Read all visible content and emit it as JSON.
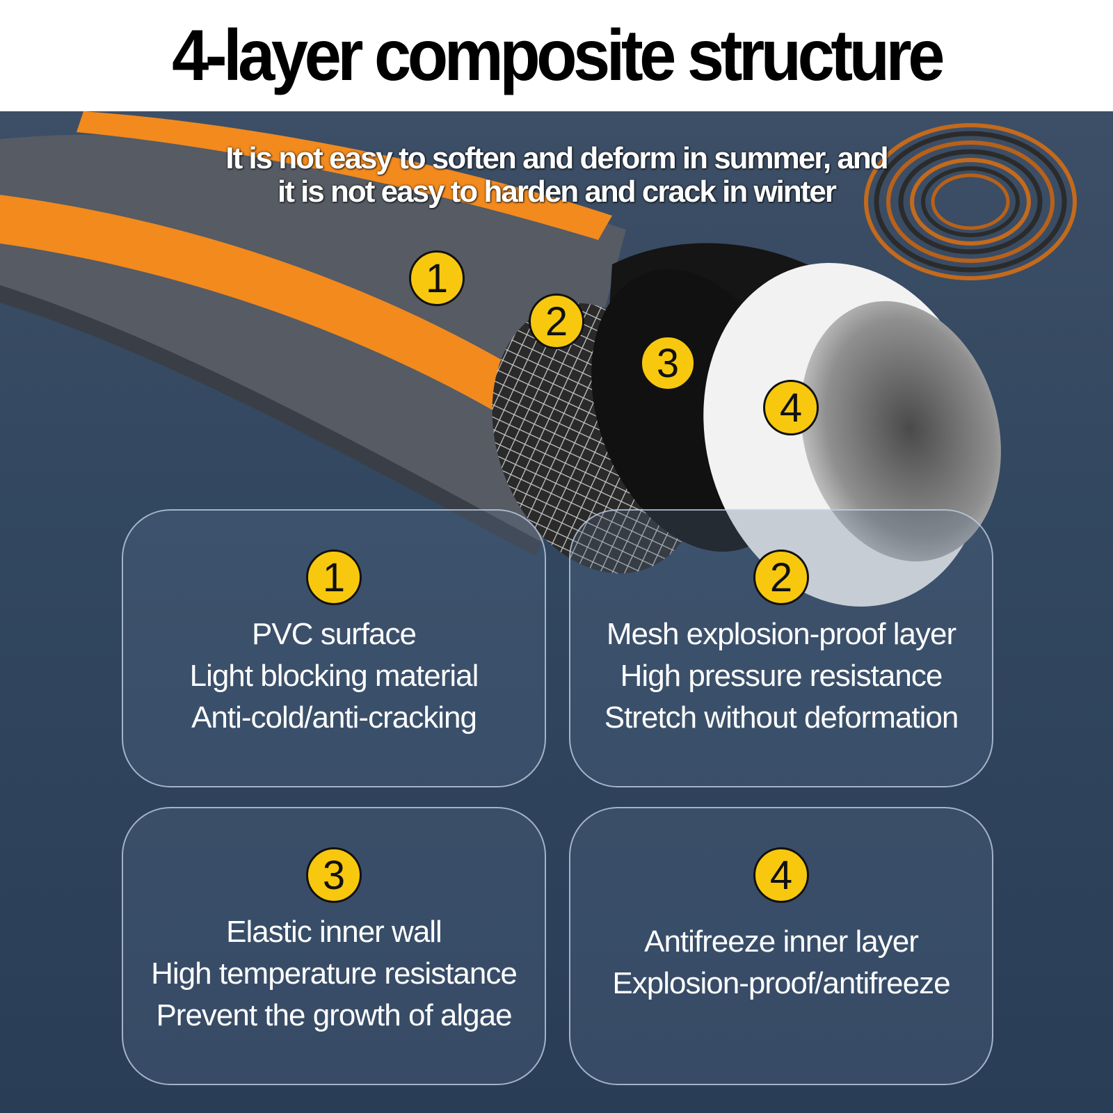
{
  "title": "4-layer composite structure",
  "tagline": {
    "line1": "It is not easy to soften and deform in summer, and",
    "line2": "it is not easy to harden and crack in winter"
  },
  "hero_badges": [
    "1",
    "2",
    "3",
    "4"
  ],
  "colors": {
    "background": "#324760",
    "hose_orange": "#f28a1e",
    "hose_gray": "#555a63",
    "badge_yellow": "#f7c80e",
    "inner_white": "#f2f2f2"
  },
  "cards": [
    {
      "number": "1",
      "lines": [
        "PVC surface",
        "Light blocking material",
        "Anti-cold/anti-cracking"
      ]
    },
    {
      "number": "2",
      "lines": [
        "Mesh explosion-proof layer",
        "High pressure resistance",
        "Stretch without deformation"
      ]
    },
    {
      "number": "3",
      "lines": [
        "Elastic inner wall",
        "High temperature resistance",
        "Prevent the growth of algae"
      ]
    },
    {
      "number": "4",
      "lines": [
        "Antifreeze inner layer",
        "Explosion-proof/antifreeze"
      ]
    }
  ]
}
